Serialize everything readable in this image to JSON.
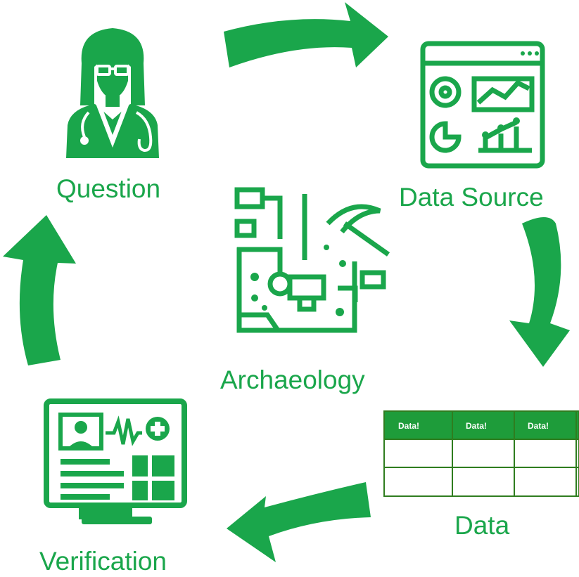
{
  "colors": {
    "accent": "#1aa64b",
    "background": "#ffffff"
  },
  "nodes": {
    "question": {
      "label": "Question",
      "icon": "doctor-icon"
    },
    "data_source": {
      "label": "Data Source",
      "icon": "dashboard-icon"
    },
    "archaeology": {
      "label": "Archaeology",
      "icon": "excavation-icon"
    },
    "data": {
      "label": "Data",
      "icon": "data-table-icon"
    },
    "verification": {
      "label": "Verification",
      "icon": "medical-monitor-icon"
    }
  },
  "table": {
    "headers": [
      "Data!",
      "Data!",
      "Data!"
    ]
  },
  "arrows": [
    "arrow-question-to-data-source",
    "arrow-data-source-to-data",
    "arrow-data-to-verification",
    "arrow-verification-to-question"
  ]
}
